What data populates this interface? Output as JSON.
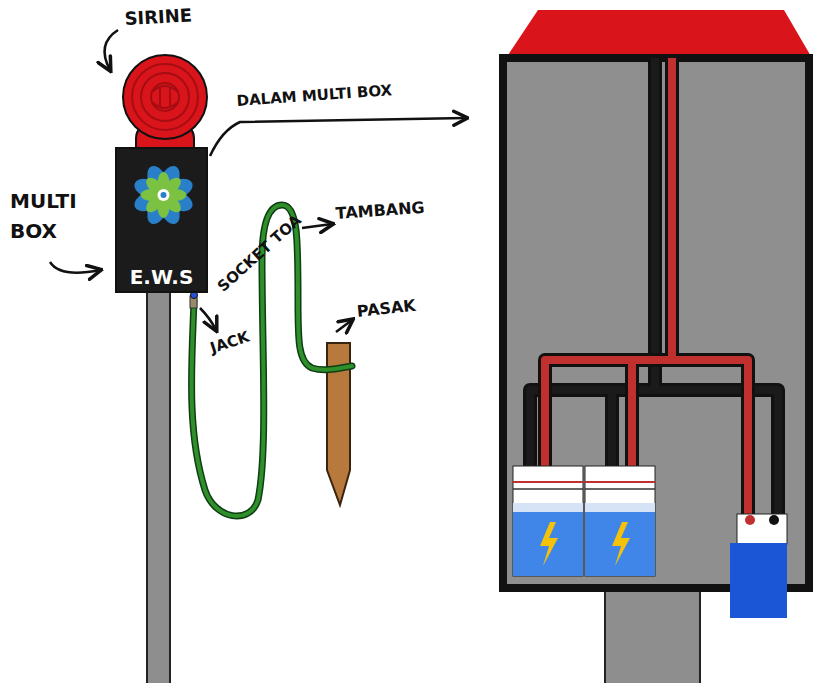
{
  "diagram": {
    "nodes": [
      {
        "text": [
          "E.W.S"
        ]
      }
    ],
    "labels": [
      "SIRINE",
      "MULTI BOX",
      "DALAM MULTI BOX",
      "SOCKET TOA",
      "TAMBANG",
      "JACK",
      "PASAK"
    ]
  }
}
